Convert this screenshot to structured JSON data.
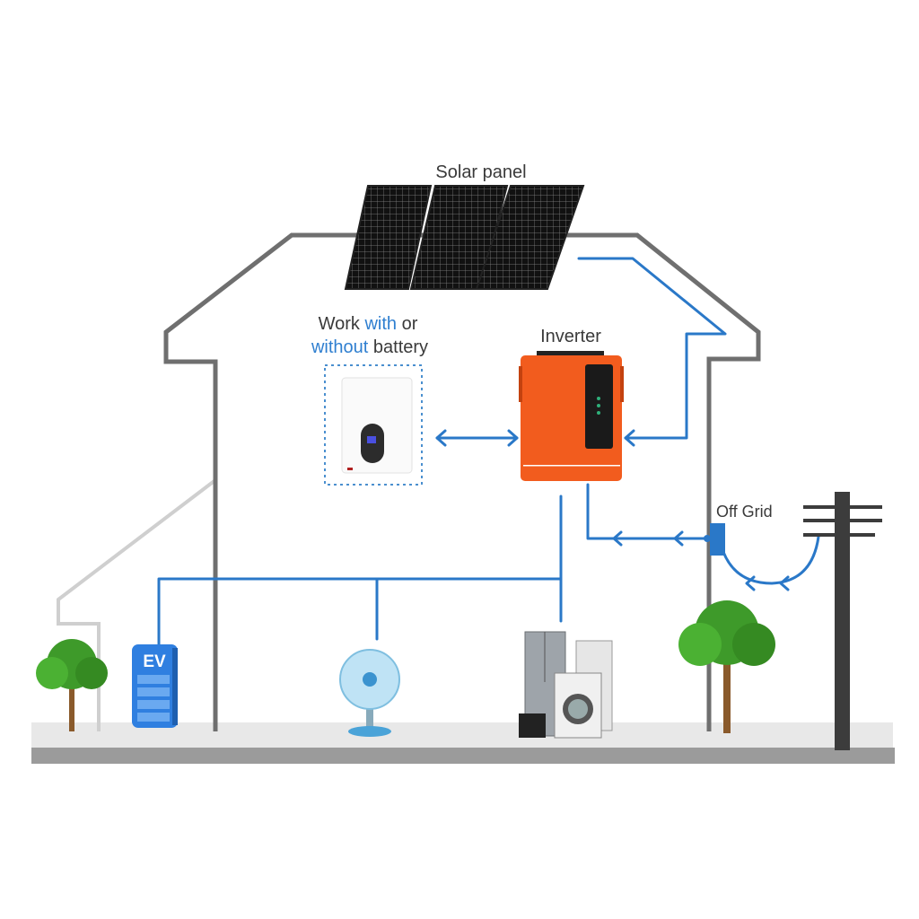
{
  "labels": {
    "solar_panel": "Solar panel",
    "battery_line1_a": "Work ",
    "battery_line1_b": "with",
    "battery_line1_c": " or",
    "battery_line2_a": "without",
    "battery_line2_b": " battery",
    "inverter": "Inverter",
    "off_grid": "Off Grid",
    "ev": "EV"
  },
  "colors": {
    "wire": "#2a78c8",
    "inverter": "#f25c1e",
    "house": "#6f6f6f",
    "tree": "#3e9a2a"
  }
}
